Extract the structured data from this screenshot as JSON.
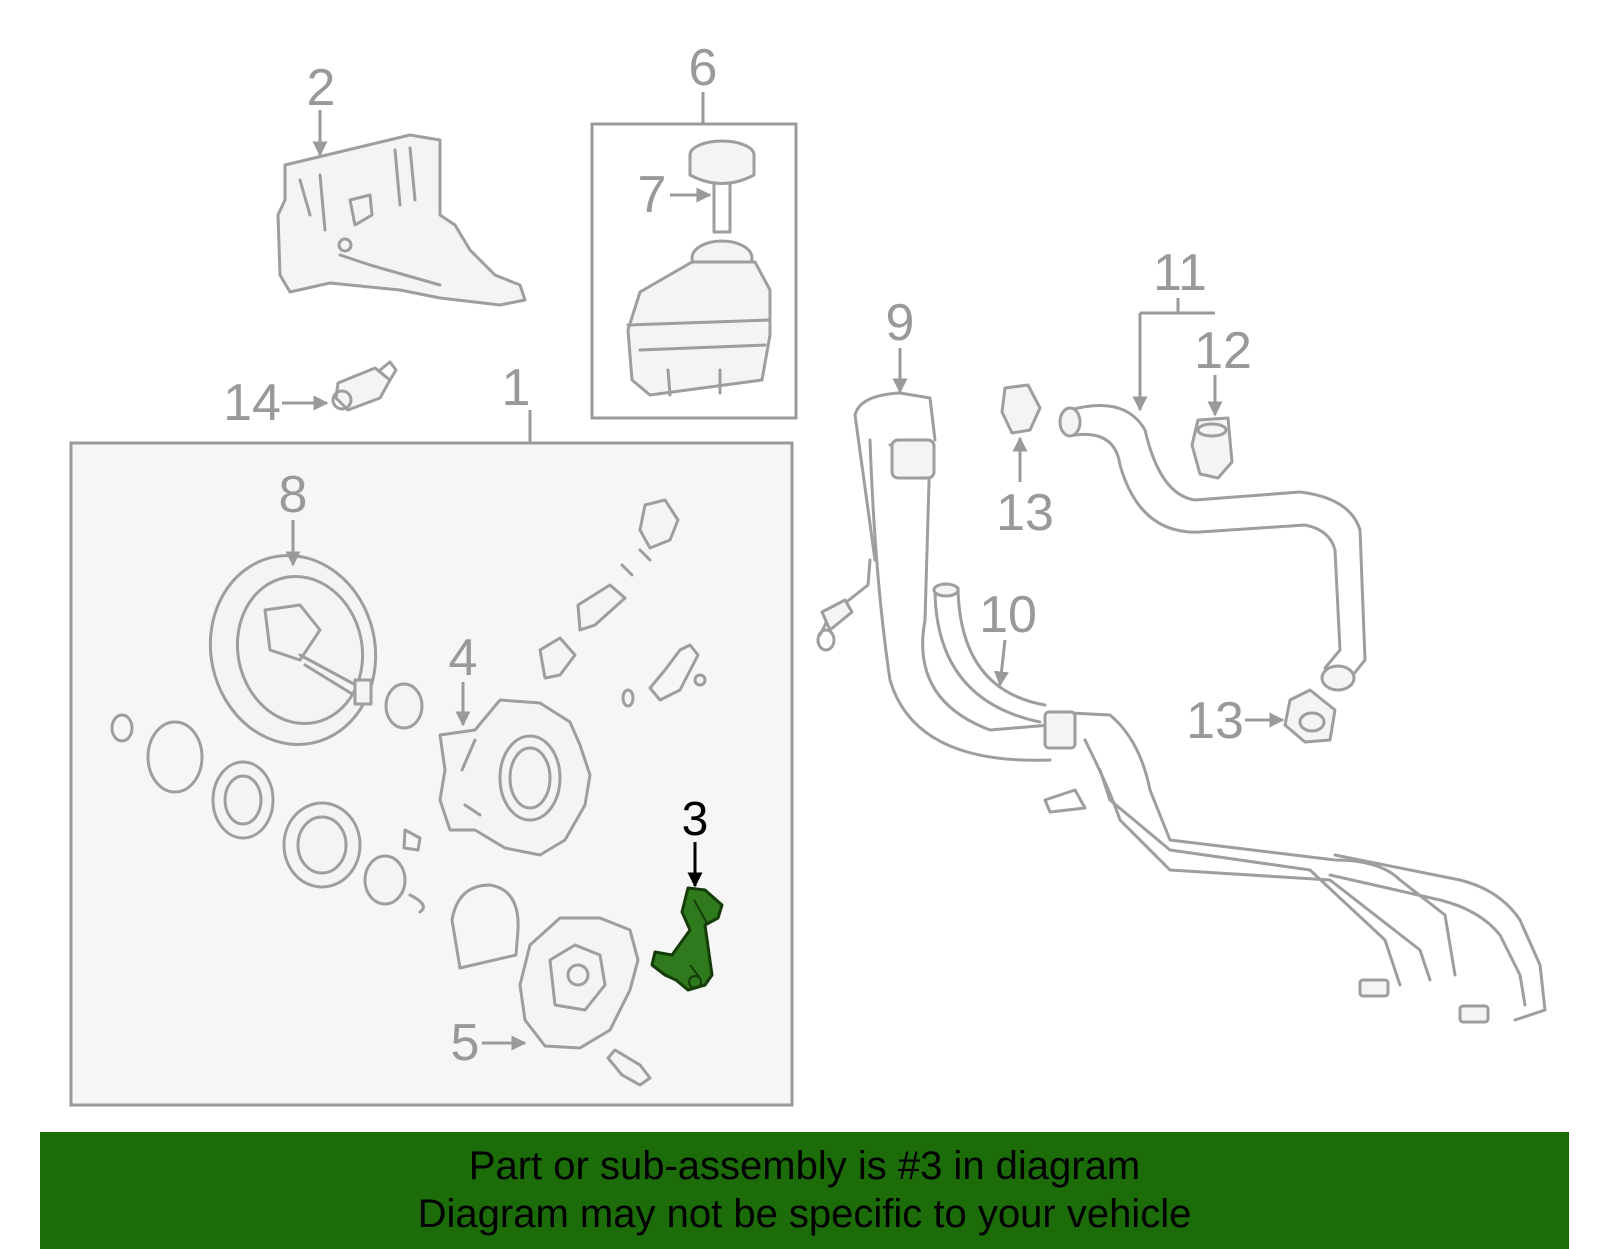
{
  "diagram": {
    "callouts": {
      "c1": "1",
      "c2": "2",
      "c3": "3",
      "c4": "4",
      "c5": "5",
      "c6": "6",
      "c7": "7",
      "c8": "8",
      "c9": "9",
      "c10": "10",
      "c11": "11",
      "c12": "12",
      "c13a": "13",
      "c13b": "13",
      "c14": "14"
    },
    "highlight_part": "3",
    "colors": {
      "highlight_fill": "#2f7a1c",
      "banner": "#1c6c0a",
      "line_art": "#9e9e9e"
    }
  },
  "footer": {
    "line1": "Part or sub-assembly is #3 in diagram",
    "line2": "Diagram may not be specific to your vehicle"
  }
}
